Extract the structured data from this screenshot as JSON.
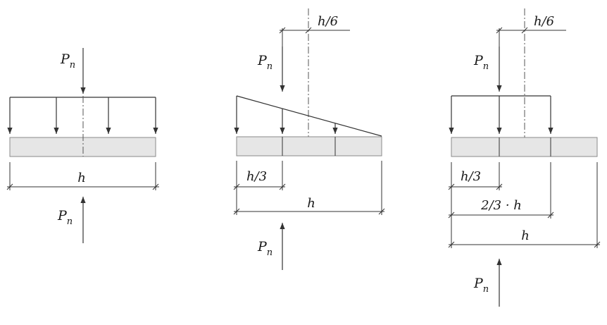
{
  "force_label": "P",
  "force_subscript": "n",
  "dim_h": "h",
  "dim_h3": "h/3",
  "dim_h6": "h/6",
  "dim_2h3": "2/3 · h",
  "colors": {
    "slab_fill": "#e6e6e6",
    "line": "#333333"
  }
}
